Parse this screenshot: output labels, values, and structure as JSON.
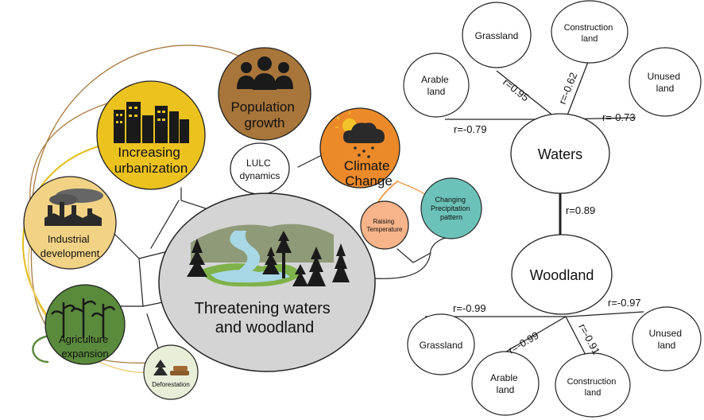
{
  "left_diagram": {
    "center": "Threatening waters and woodland",
    "center_lines": [
      "Threatening waters",
      "and woodland"
    ],
    "lulc": [
      "LULC",
      "dynamics"
    ],
    "population": [
      "Population",
      "growth"
    ],
    "urbanization": [
      "Increasing",
      "urbanization"
    ],
    "industrial": [
      "Industrial",
      "development"
    ],
    "agriculture": [
      "Agriculture",
      "expansion"
    ],
    "deforestation": "Deforestation",
    "climate": [
      "Climate",
      "Change"
    ],
    "temperature": [
      "Raising",
      "Temperature"
    ],
    "precipitation": [
      "Changing",
      "Precipitation",
      "pattern"
    ]
  },
  "right_diagram": {
    "waters": "Waters",
    "woodland": "Woodland",
    "waters_links": [
      {
        "label": "Grassland",
        "r": "r=0.95"
      },
      {
        "label": "Construction land",
        "r": "r=-0.62"
      },
      {
        "label": "Arable land",
        "r": "r=-0.79"
      },
      {
        "label": "Unused land",
        "r": "r=-0.73"
      }
    ],
    "waters_woodland_r": "r=0.89",
    "woodland_links": [
      {
        "label": "Grassland",
        "r": "r=-0.99"
      },
      {
        "label": "Arable land",
        "r": "r=-0.99"
      },
      {
        "label": "Construction land",
        "r": "r=-0.91"
      },
      {
        "label": "Unused land",
        "r": "r=-0.97"
      }
    ],
    "node_text": {
      "w_grassland": [
        "Grassland"
      ],
      "w_construction": [
        "Construction",
        "land"
      ],
      "w_arable": [
        "Arable",
        "land"
      ],
      "w_unused": [
        "Unused",
        "land"
      ],
      "d_grassland": [
        "Grassland"
      ],
      "d_arable": [
        "Arable",
        "land"
      ],
      "d_construction": [
        "Construction",
        "land"
      ],
      "d_unused": [
        "Unused",
        "land"
      ]
    }
  },
  "colors": {
    "urbanization": "#ecc21e",
    "population": "#a8753a",
    "industrial": "#f2d285",
    "agriculture": "#5a8a3c",
    "deforestation": "#e8eed8",
    "climate": "#ec8a2a",
    "temperature": "#f7b48a",
    "precipitation": "#6cc2b8",
    "center": "#d4d4d4"
  }
}
